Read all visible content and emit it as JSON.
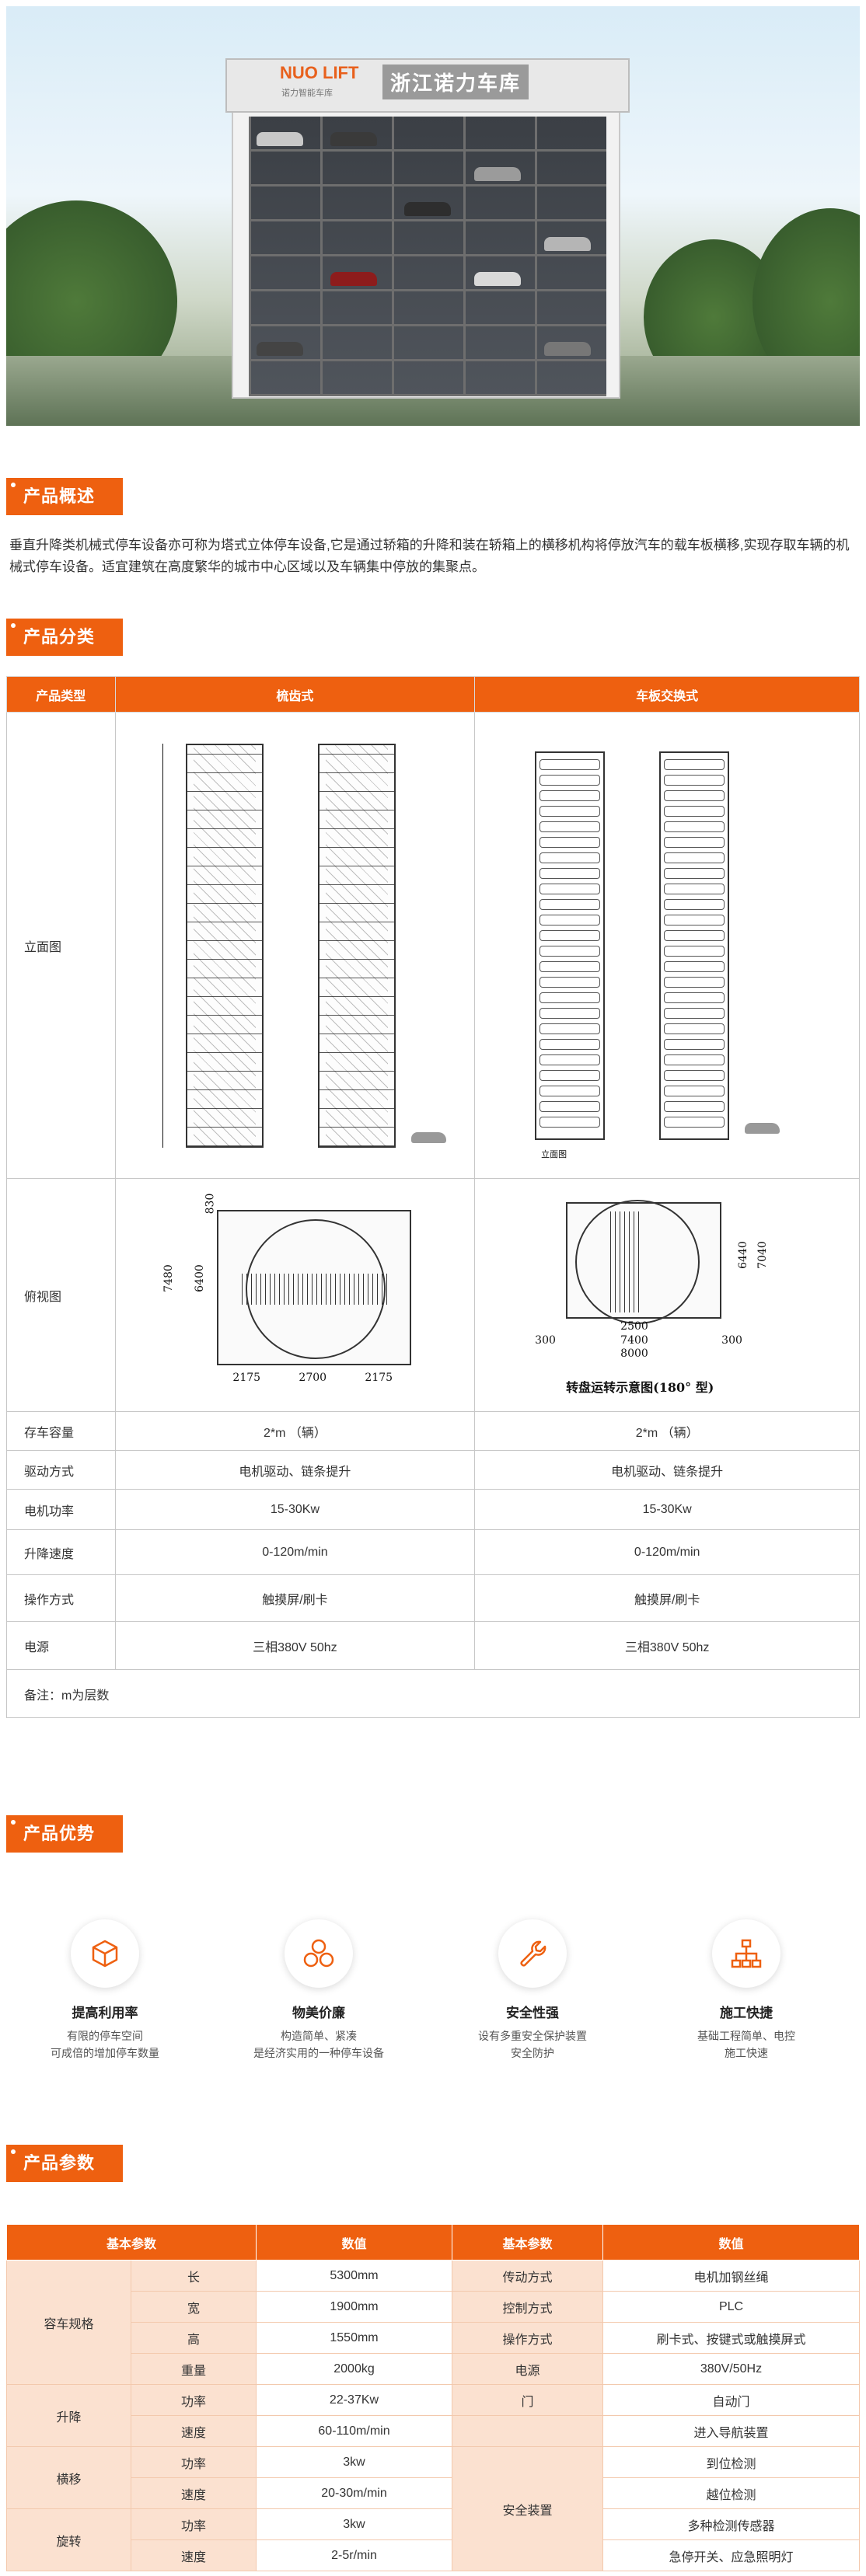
{
  "hero": {
    "brand_logo": "NUO LIFT",
    "brand_sub": "诺力智能车库",
    "brand_cn": "浙江诺力车库"
  },
  "sections": {
    "overview": "产品概述",
    "classification": "产品分类",
    "advantages": "产品优势",
    "parameters": "产品参数"
  },
  "overview_text": "垂直升降类机械式停车设备亦可称为塔式立体停车设备,它是通过轿箱的升降和装在轿箱上的横移机构将停放汽车的载车板横移,实现存取车辆的机械式停车设备。适宜建筑在高度繁华的城市中心区域以及车辆集中停放的集聚点。",
  "classification": {
    "headers": [
      "产品类型",
      "梳齿式",
      "车板交换式"
    ],
    "rows": [
      {
        "label": "立面图"
      },
      {
        "label": "俯视图"
      },
      {
        "label": "存车容量",
        "a": "2*m （辆）",
        "b": "2*m （辆）"
      },
      {
        "label": "驱动方式",
        "a": "电机驱动、链条提升",
        "b": "电机驱动、链条提升"
      },
      {
        "label": "电机功率",
        "a": "15-30Kw",
        "b": "15-30Kw"
      },
      {
        "label": "升降速度",
        "a": "0-120m/min",
        "b": "0-120m/min"
      },
      {
        "label": "操作方式",
        "a": "触摸屏/刷卡",
        "b": "触摸屏/刷卡"
      },
      {
        "label": "电源",
        "a": "三相380V 50hz",
        "b": "三相380V 50hz"
      }
    ],
    "note": "备注：m为层数",
    "plan_a_dims": {
      "h1": "7480",
      "h2": "6400",
      "top": "830",
      "w1": "2175",
      "w2": "2700",
      "w3": "2175"
    },
    "plan_b_dims": {
      "v1": "6440",
      "v2": "7040",
      "w_inner": "2500",
      "w_mid": "7400",
      "w_total": "8000",
      "side_l": "300",
      "side_r": "300",
      "caption": "转盘运转示意图(180° 型)"
    },
    "elev_b_label": "立面图"
  },
  "advantages": [
    {
      "icon": "box-icon",
      "title": "提高利用率",
      "desc1": "有限的停车空间",
      "desc2": "可成倍的增加停车数量"
    },
    {
      "icon": "hexagon-cluster-icon",
      "title": "物美价廉",
      "desc1": "构造简单、紧凑",
      "desc2": "是经济实用的一种停车设备"
    },
    {
      "icon": "wrench-icon",
      "title": "安全性强",
      "desc1": "设有多重安全保护装置",
      "desc2": "安全防护"
    },
    {
      "icon": "hierarchy-icon",
      "title": "施工快捷",
      "desc1": "基础工程简单、电控",
      "desc2": "施工快速"
    }
  ],
  "parameters": {
    "headers": [
      "基本参数",
      "数值",
      "基本参数",
      "数值"
    ],
    "left": [
      {
        "group": "容车规格",
        "items": [
          [
            "长",
            "5300mm"
          ],
          [
            "宽",
            "1900mm"
          ],
          [
            "高",
            "1550mm"
          ],
          [
            "重量",
            "2000kg"
          ]
        ]
      },
      {
        "group": "升降",
        "items": [
          [
            "功率",
            "22-37Kw"
          ],
          [
            "速度",
            "60-110m/min"
          ]
        ]
      },
      {
        "group": "横移",
        "items": [
          [
            "功率",
            "3kw"
          ],
          [
            "速度",
            "20-30m/min"
          ]
        ]
      },
      {
        "group": "旋转",
        "items": [
          [
            "功率",
            "3kw"
          ],
          [
            "速度",
            "2-5r/min"
          ]
        ]
      }
    ],
    "right": [
      [
        "传动方式",
        "电机加钢丝绳"
      ],
      [
        "控制方式",
        "PLC"
      ],
      [
        "操作方式",
        "刷卡式、按键式或触摸屏式"
      ],
      [
        "电源",
        "380V/50Hz"
      ],
      [
        "门",
        "自动门"
      ],
      [
        "",
        "进入导航装置"
      ],
      [
        "安全装置",
        "到位检测"
      ],
      [
        "",
        "越位检测"
      ],
      [
        "",
        "多种检测传感器"
      ],
      [
        "",
        "急停开关、应急照明灯"
      ]
    ]
  },
  "colors": {
    "accent": "#ee6010",
    "accent_light": "#fbe1d0"
  }
}
